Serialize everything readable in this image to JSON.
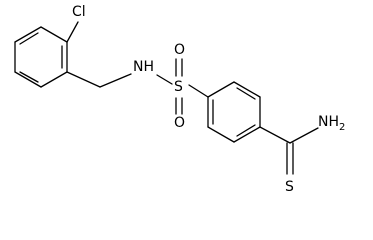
{
  "atoms": {
    "cl": "Cl",
    "nh": "NH",
    "s": "S",
    "o_top": "O",
    "o_bottom": "O",
    "nh2": "NH",
    "nh2_subscript": "2",
    "s_thio": "S"
  },
  "colors": {
    "bond": "#000000",
    "text": "#000000",
    "background": "#ffffff"
  }
}
